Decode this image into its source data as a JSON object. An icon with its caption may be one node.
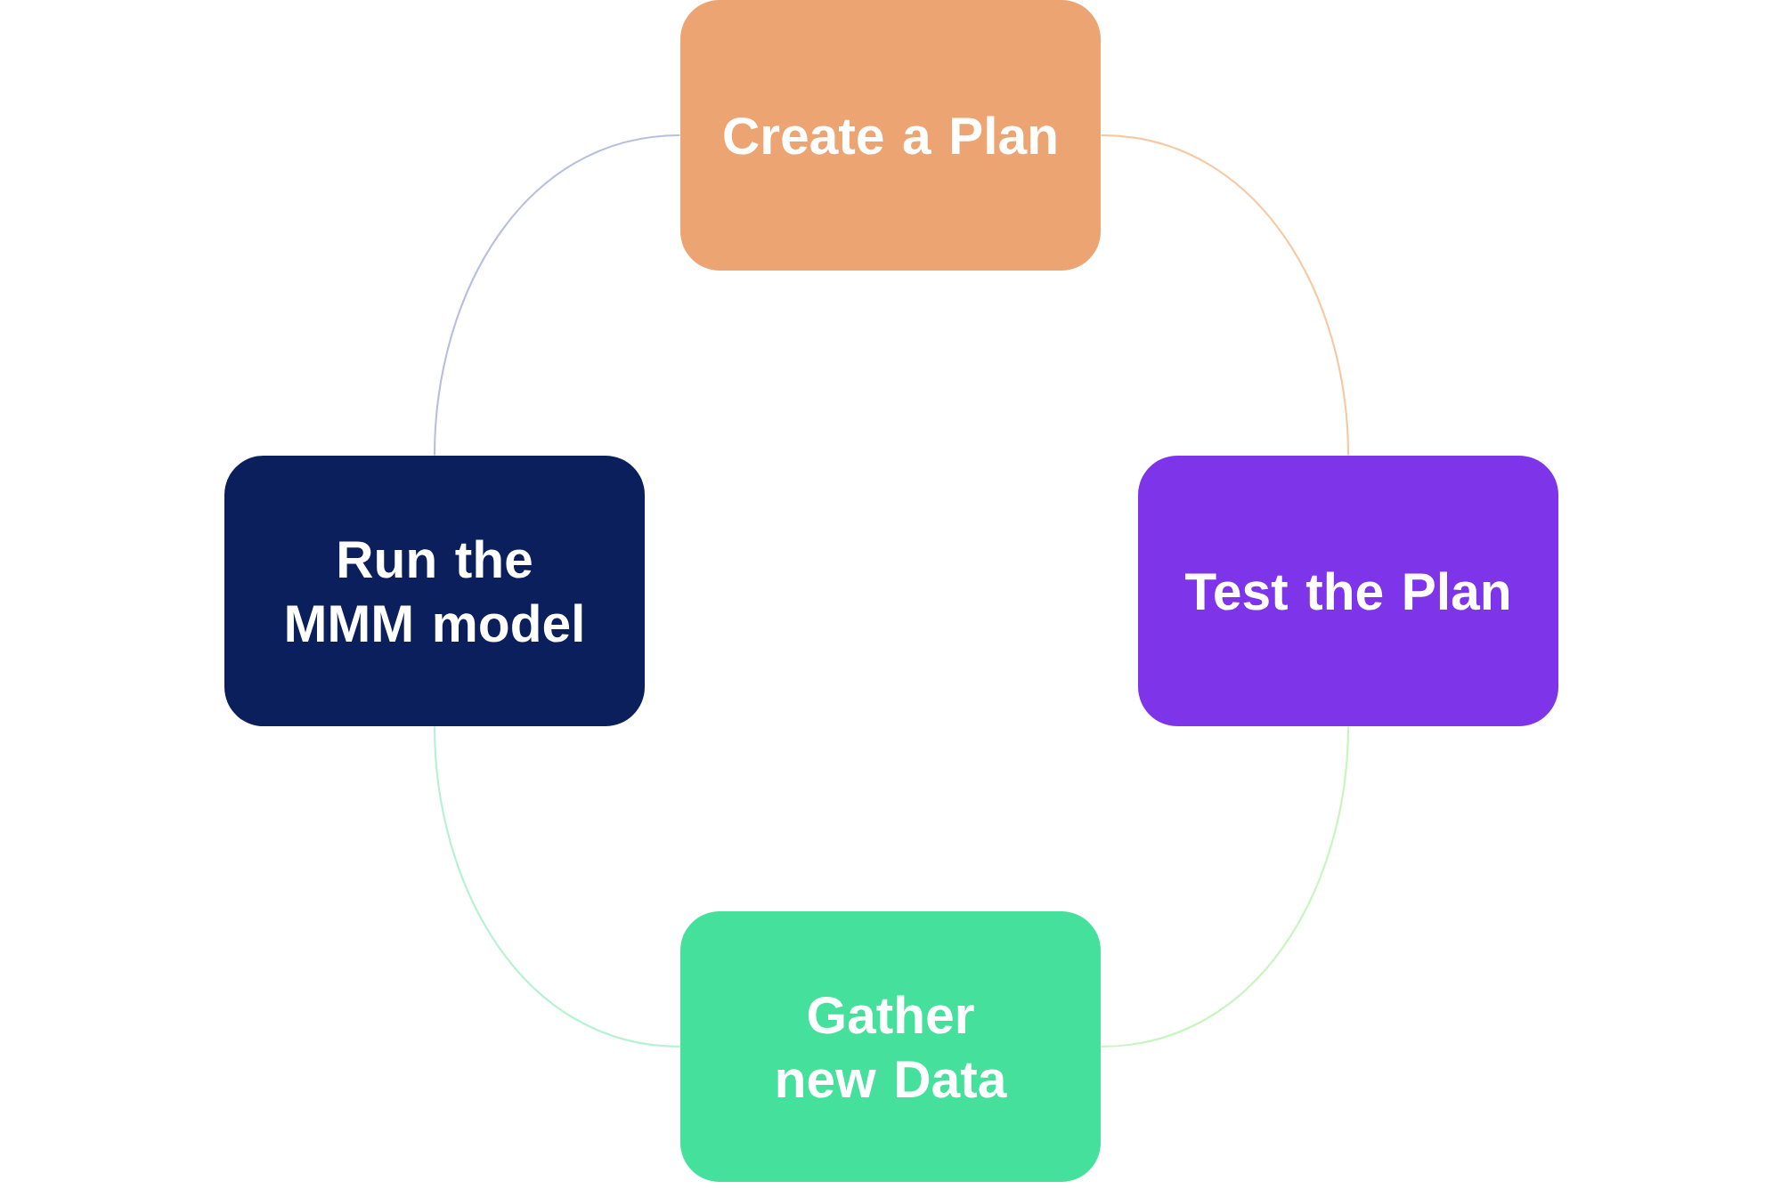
{
  "diagram": {
    "nodes": [
      {
        "text": [
          "Create a Plan"
        ]
      },
      {
        "text": [
          "Test the Plan"
        ]
      },
      {
        "text": [
          "Gather new Data"
        ]
      },
      {
        "text": [
          "Run the MMM model"
        ]
      }
    ],
    "edges": [
      {
        "from": 0,
        "to": 1,
        "arrow": "none",
        "color": "#f7c9a2"
      },
      {
        "from": 1,
        "to": 2,
        "arrow": "none",
        "color": "#c6f5bd"
      },
      {
        "from": 2,
        "to": 3,
        "arrow": "none",
        "color": "#b5f2d2"
      },
      {
        "from": 3,
        "to": 0,
        "arrow": "none",
        "color": "#b9bfe2"
      }
    ]
  }
}
